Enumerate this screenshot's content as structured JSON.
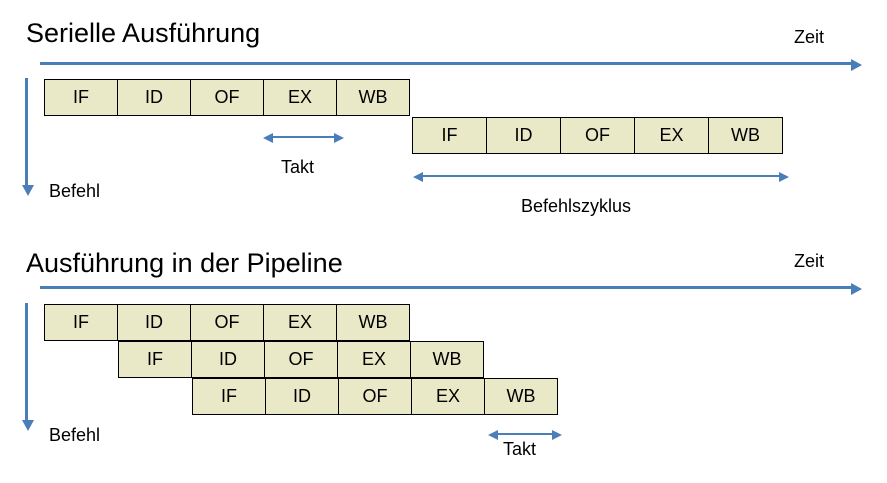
{
  "colors": {
    "arrow_blue": "#4a7ebb",
    "stage_fill": "#e9e9c8",
    "stage_border": "#000000",
    "text": "#000000"
  },
  "serial": {
    "title": "Serielle Ausführung",
    "time_axis_label": "Zeit",
    "instruction_axis_label": "Befehl",
    "clock_label": "Takt",
    "cycle_label": "Befehlszyklus",
    "rows": [
      {
        "stages": [
          "IF",
          "ID",
          "OF",
          "EX",
          "WB"
        ]
      },
      {
        "stages": [
          "IF",
          "ID",
          "OF",
          "EX",
          "WB"
        ]
      }
    ]
  },
  "pipeline": {
    "title": "Ausführung in der Pipeline",
    "time_axis_label": "Zeit",
    "instruction_axis_label": "Befehl",
    "clock_label": "Takt",
    "rows": [
      {
        "stages": [
          "IF",
          "ID",
          "OF",
          "EX",
          "WB"
        ]
      },
      {
        "stages": [
          "IF",
          "ID",
          "OF",
          "EX",
          "WB"
        ]
      },
      {
        "stages": [
          "IF",
          "ID",
          "OF",
          "EX",
          "WB"
        ]
      }
    ]
  }
}
